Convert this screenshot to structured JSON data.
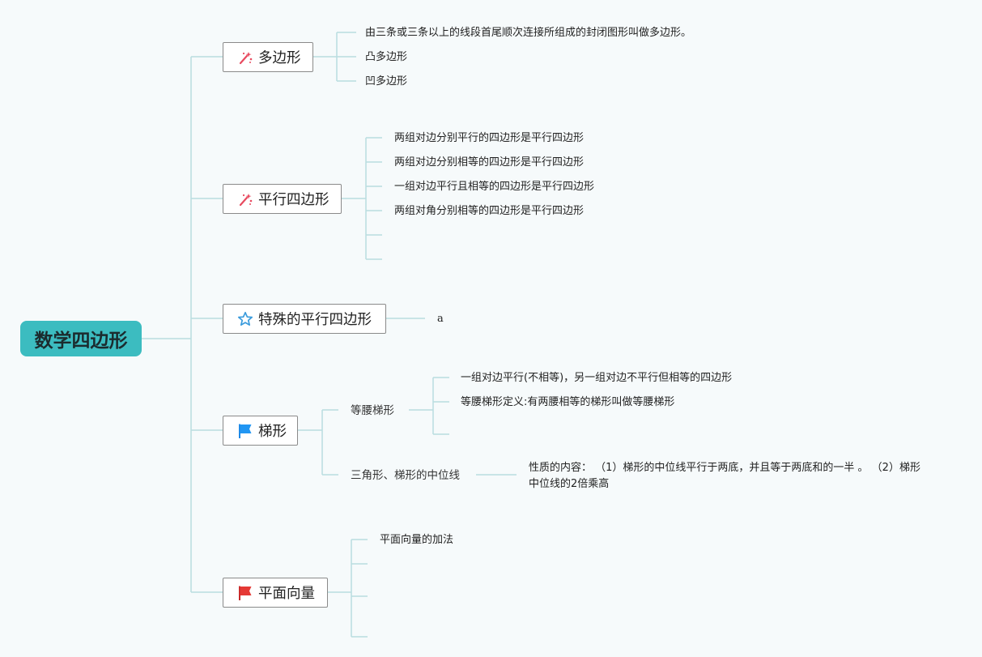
{
  "root": {
    "title": "数学四边形"
  },
  "colors": {
    "root_bg": "#3cbcc0",
    "line": "#b9dde0",
    "sparkle": "#e84a5f",
    "star": "#3a9bdc",
    "flag_blue": "#2196f3",
    "flag_red": "#e53935"
  },
  "topics": [
    {
      "label": "多边形",
      "icon": "sparkle-icon",
      "children": [
        "由三条或三条以上的线段首尾顺次连接所组成的封闭图形叫做多边形。",
        "凸多边形",
        "凹多边形"
      ]
    },
    {
      "label": "平行四边形",
      "icon": "sparkle-icon",
      "children": [
        "两组对边分别平行的四边形是平行四边形",
        "两组对边分别相等的四边形是平行四边形",
        "一组对边平行且相等的四边形是平行四边形",
        "两组对角分别相等的四边形是平行四边形",
        "",
        ""
      ]
    },
    {
      "label": "特殊的平行四边形",
      "icon": "star-icon",
      "children": [
        "a"
      ]
    },
    {
      "label": "梯形",
      "icon": "blue-flag-icon",
      "subtopics": [
        {
          "label": "等腰梯形",
          "children": [
            "一组对边平行(不相等)，另一组对边不平行但相等的四边形",
            "等腰梯形定义:有两腰相等的梯形叫做等腰梯形",
            ""
          ]
        },
        {
          "label": "三角形、梯形的中位线",
          "children": [
            "性质的内容： （1）梯形的中位线平行于两底，并且等于两底和的一半 。 （2）梯形中位线的2倍乘高"
          ]
        }
      ]
    },
    {
      "label": "平面向量",
      "icon": "red-flag-icon",
      "children": [
        "平面向量的加法",
        "",
        "",
        ""
      ]
    }
  ]
}
